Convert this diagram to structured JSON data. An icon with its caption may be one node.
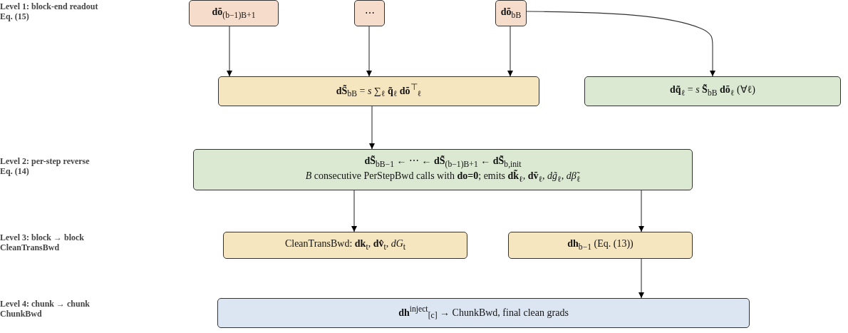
{
  "diagram": {
    "nodes": [
      {
        "text": [
          "**dõ**$_{(b−1)B+1}$"
        ]
      },
      {
        "text": [
          "⋯"
        ]
      },
      {
        "text": [
          "**dõ**$_{bB}$"
        ]
      },
      {
        "text": [
          "**dS̃**$_{bB}$  =  *s* ∑$_{ℓ}$ **q̃**$_{ℓ}$ **dõ**$^{⊤}$$_{ℓ}$"
        ]
      },
      {
        "text": [
          "**dq̃**$_{ℓ}$  =  *s* **S̃**$_{bB}$ **dõ**$_{ℓ}$   (∀ℓ)"
        ]
      },
      {
        "text": [
          "**dS̃**$_{bB−1}$  ←  ⋯  ←  **dS̃**$_{(b−1)B+1}$  ←  **dS̃**$_{b,init}$",
          "*B* consecutive PerStepBwd calls with **do=0**; emits **dk̃**$_{ℓ}$, **dṽ**$_{ℓ}$, *dg̃*$_{ℓ}$, *dβ̃*$_{ℓ}$"
        ]
      },
      {
        "text": [
          "CleanTransBwd: **dk**$_{t}$, **dv̂**$_{t}$, *dG*$_{t}$"
        ]
      },
      {
        "text": [
          "**dh**$_{b−1}$ (Eq. (13))"
        ]
      },
      {
        "text": [
          "**dh**$^{inject}$$_{[c]}$  →  ChunkBwd, final clean grads"
        ]
      }
    ],
    "edges": [
      {
        "from": 0,
        "to": 3,
        "arrow": "to"
      },
      {
        "from": 1,
        "to": 3,
        "arrow": "to"
      },
      {
        "from": 2,
        "to": 3,
        "arrow": "to"
      },
      {
        "from": 2,
        "to": 4,
        "arrow": "to"
      },
      {
        "from": 3,
        "to": 5,
        "arrow": "to"
      },
      {
        "from": 5,
        "to": 6,
        "arrow": "to"
      },
      {
        "from": 5,
        "to": 7,
        "arrow": "to"
      },
      {
        "from": 7,
        "to": 8,
        "arrow": "to"
      }
    ],
    "labels": [
      "Level 1: block-end readout",
      "Eq. (15)",
      "Level 2: per-step reverse",
      "Eq. (14)",
      "Level 3: block → block",
      "CleanTransBwd",
      "Level 4: chunk → chunk",
      "ChunkBwd"
    ]
  }
}
